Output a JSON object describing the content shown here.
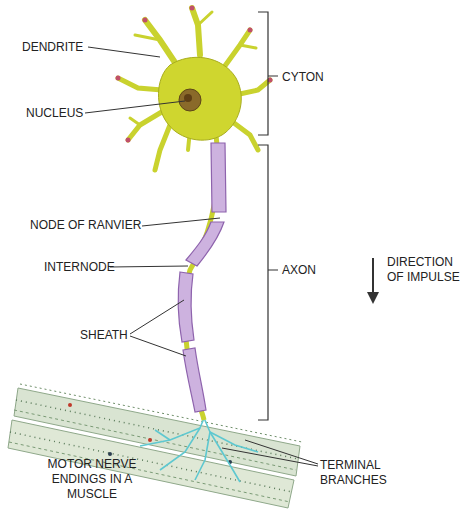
{
  "diagram": {
    "labels": [
      "DENDRITE",
      "NUCLEUS",
      "CYTON",
      "NODE OF RANVIER",
      "INTERNODE",
      "AXON",
      "DIRECTION OF IMPULSE",
      "SHEATH",
      "TERMINAL BRANCHES",
      "MOTOR NERVE ENDINGS IN A MUSCLE"
    ]
  }
}
